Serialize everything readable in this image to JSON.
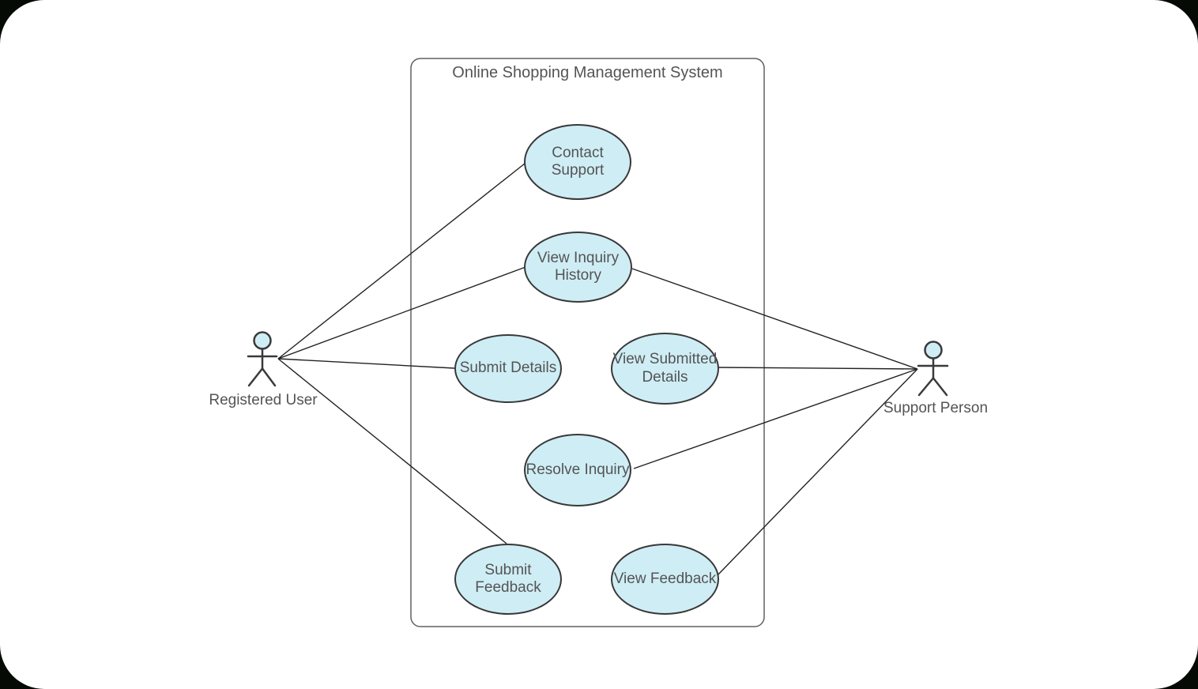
{
  "system": {
    "title": "Online Shopping Management System"
  },
  "actors": {
    "registered_user": {
      "label": "Registered User"
    },
    "support_person": {
      "label": "Support Person"
    }
  },
  "usecases": {
    "contact_support": {
      "label": "Contact\nSupport"
    },
    "view_inquiry_history": {
      "label": "View Inquiry\nHistory"
    },
    "submit_details": {
      "label": "Submit Details"
    },
    "view_submitted_details": {
      "label": "View Submitted\nDetails"
    },
    "resolve_inquiry": {
      "label": "Resolve Inquiry"
    },
    "submit_feedback": {
      "label": "Submit\nFeedback"
    },
    "view_feedback": {
      "label": "View Feedback"
    }
  },
  "associations": [
    {
      "from": "Registered User",
      "to": "Contact Support"
    },
    {
      "from": "Registered User",
      "to": "View Inquiry History"
    },
    {
      "from": "Registered User",
      "to": "Submit Details"
    },
    {
      "from": "Registered User",
      "to": "Submit Feedback"
    },
    {
      "from": "Support Person",
      "to": "View Inquiry History"
    },
    {
      "from": "Support Person",
      "to": "View Submitted Details"
    },
    {
      "from": "Support Person",
      "to": "Resolve Inquiry"
    },
    {
      "from": "Support Person",
      "to": "View Feedback"
    }
  ],
  "colors": {
    "page_background": "#050a05",
    "canvas_background": "#ffffff",
    "usecase_fill": "#cfedf5",
    "usecase_stroke": "#383838",
    "actor_head_fill": "#cfedf5",
    "actor_stroke": "#3a3a3a",
    "connector": "#222222",
    "boundary_stroke": "#606060",
    "text": "#545454"
  }
}
